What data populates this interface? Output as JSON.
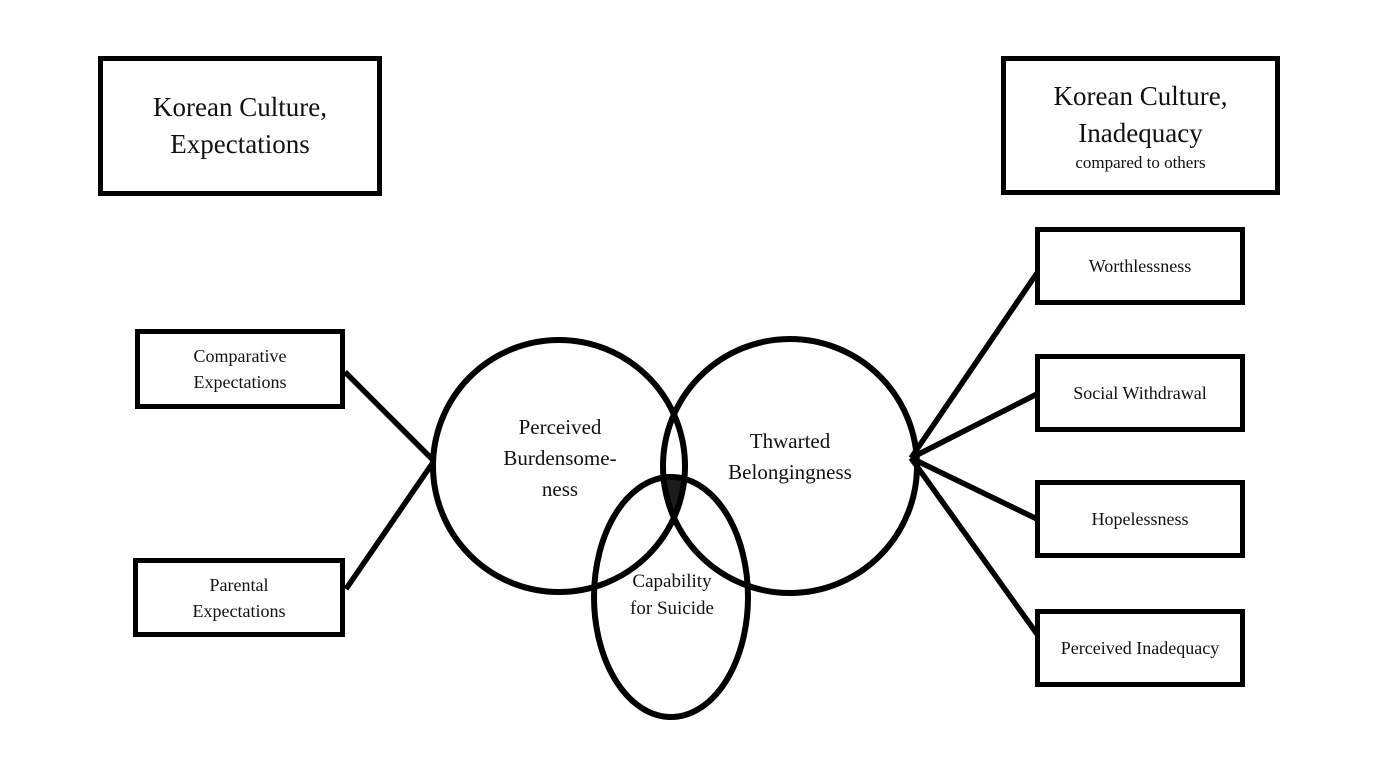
{
  "diagram": {
    "left_header": {
      "lines": [
        "Korean Culture,",
        "Expectations"
      ]
    },
    "right_header": {
      "lines": [
        "Korean Culture,",
        "Inadequacy"
      ],
      "subtitle": "compared to others"
    },
    "left_boxes": [
      {
        "lines": [
          "Comparative",
          "Expectations"
        ]
      },
      {
        "lines": [
          "Parental",
          "Expectations"
        ]
      }
    ],
    "venn": {
      "perceived_burdensomeness": {
        "lines": [
          "Perceived",
          "Burdensome-",
          "ness"
        ]
      },
      "thwarted_belongingness": {
        "lines": [
          "Thwarted",
          "Belongingness"
        ]
      },
      "capability_for_suicide": {
        "lines": [
          "Capability",
          "for Suicide"
        ]
      }
    },
    "right_boxes": [
      "Worthlessness",
      "Social Withdrawal",
      "Hopelessness",
      "Perceived Inadequacy"
    ],
    "colors": {
      "stroke": "#000000",
      "background": "#ffffff",
      "triple_overlap_fill": "#1c1c1c"
    }
  }
}
